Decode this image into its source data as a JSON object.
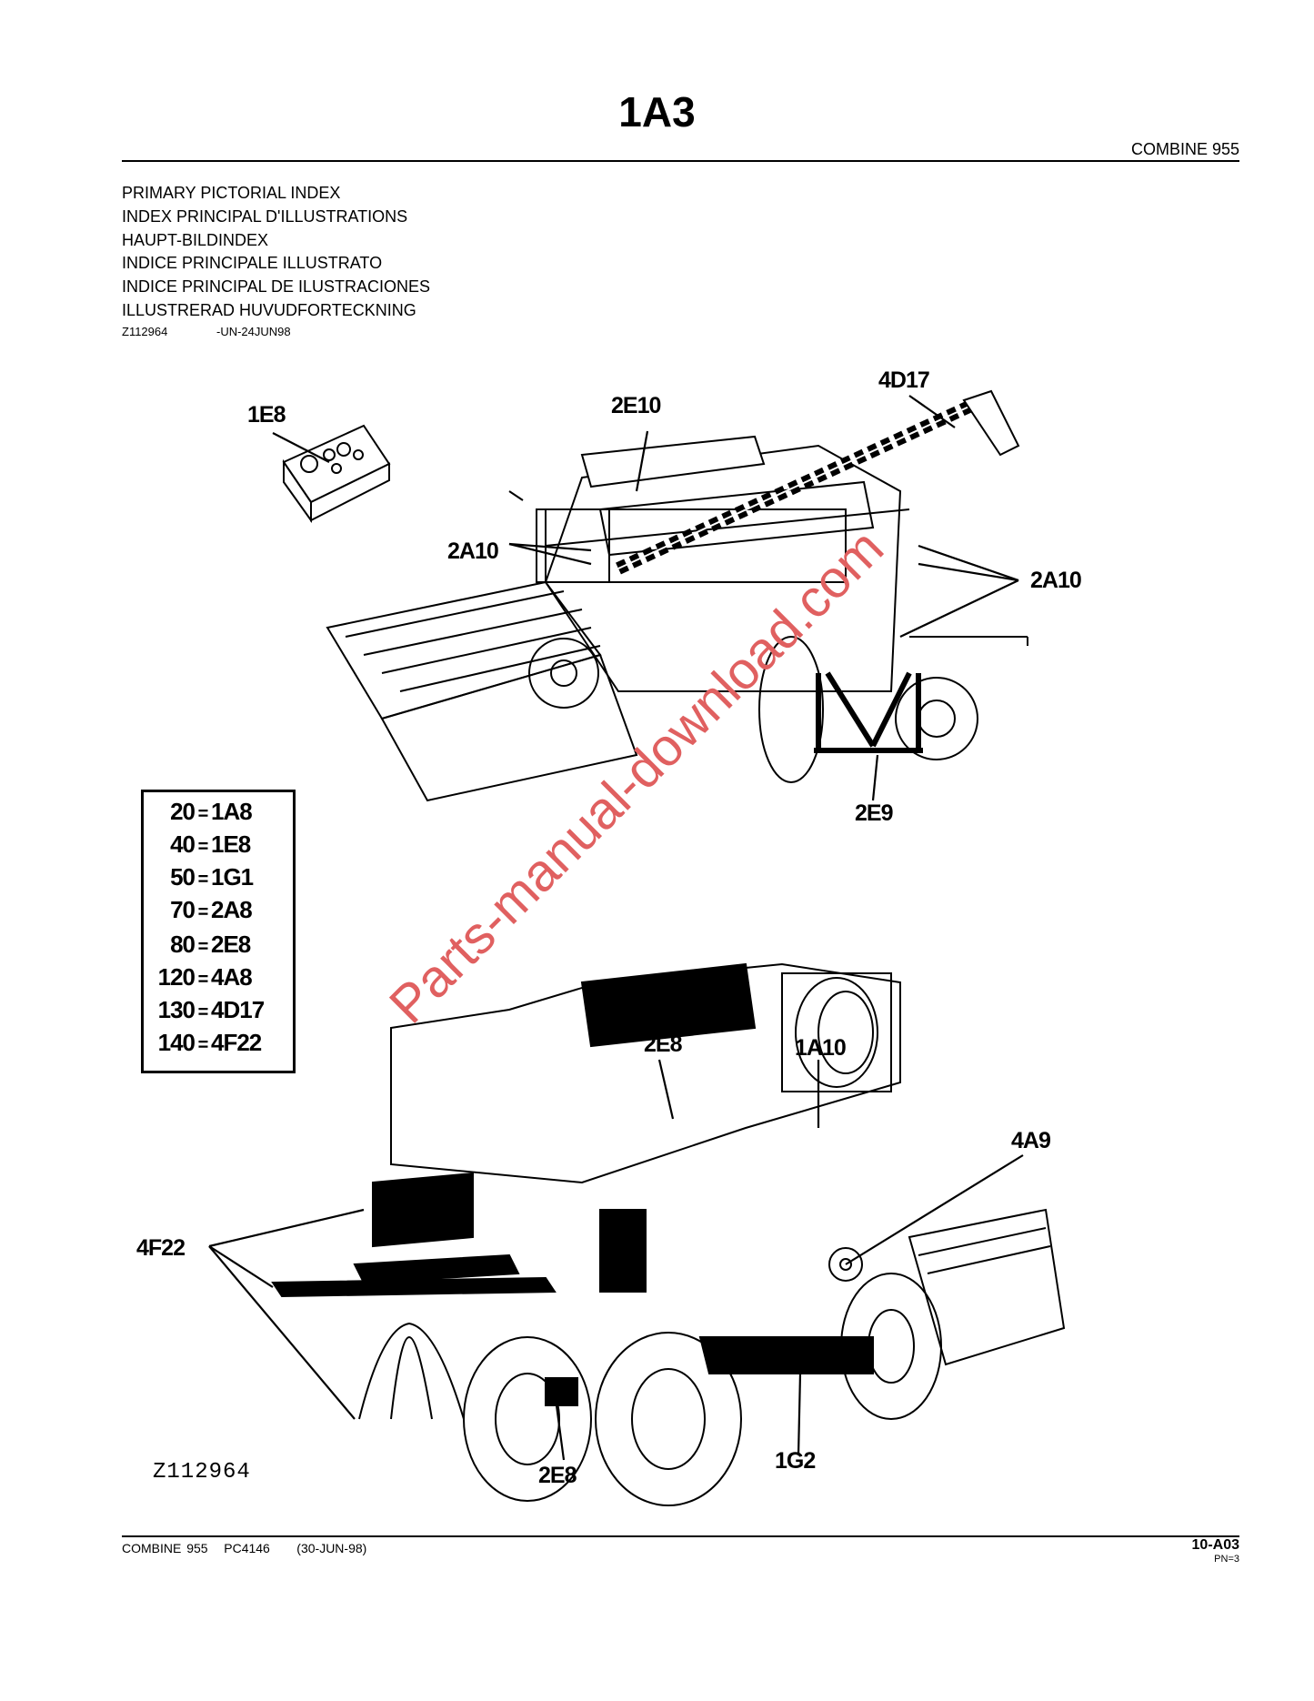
{
  "page": {
    "title": "1A3",
    "header_right": "COMBINE 955",
    "titles": [
      "PRIMARY PICTORIAL INDEX",
      "INDEX PRINCIPAL D'ILLUSTRATIONS",
      "HAUPT-BILDINDEX",
      "INDICE PRINCIPALE ILLUSTRATO",
      "INDICE PRINCIPAL DE ILUSTRACIONES",
      "ILLUSTRERAD HUVUDFORTECKNING"
    ],
    "figure_code": "Z112964",
    "figure_date": "-UN-24JUN98",
    "figure_label": "Z112964",
    "watermark": "Parts-manual-download.com",
    "footer_left": "COMBINE 955   PC4146     (30-JUN-98)",
    "footer_right": "10-A03",
    "footer_pn": "PN=3"
  },
  "index_box": [
    {
      "key": "20",
      "eq": "=",
      "value": "1A8"
    },
    {
      "key": "40",
      "eq": "=",
      "value": "1E8"
    },
    {
      "key": "50",
      "eq": "=",
      "value": "1G1"
    },
    {
      "key": "70",
      "eq": "=",
      "value": "2A8"
    },
    {
      "key": "80",
      "eq": "=",
      "value": "2E8"
    },
    {
      "key": "120",
      "eq": "=",
      "value": "4A8"
    },
    {
      "key": "130",
      "eq": "=",
      "value": "4D17"
    },
    {
      "key": "140",
      "eq": "=",
      "value": "4F22"
    }
  ],
  "callouts": {
    "c1e8": "1E8",
    "c2e10": "2E10",
    "c4d17": "4D17",
    "c2a10_left": "2A10",
    "c2a10_right": "2A10",
    "c2e9": "2E9",
    "c2e8_top": "2E8",
    "c1a10": "1A10",
    "c4a9": "4A9",
    "c4f22": "4F22",
    "c2e8_bottom": "2E8",
    "c1g2": "1G2"
  }
}
